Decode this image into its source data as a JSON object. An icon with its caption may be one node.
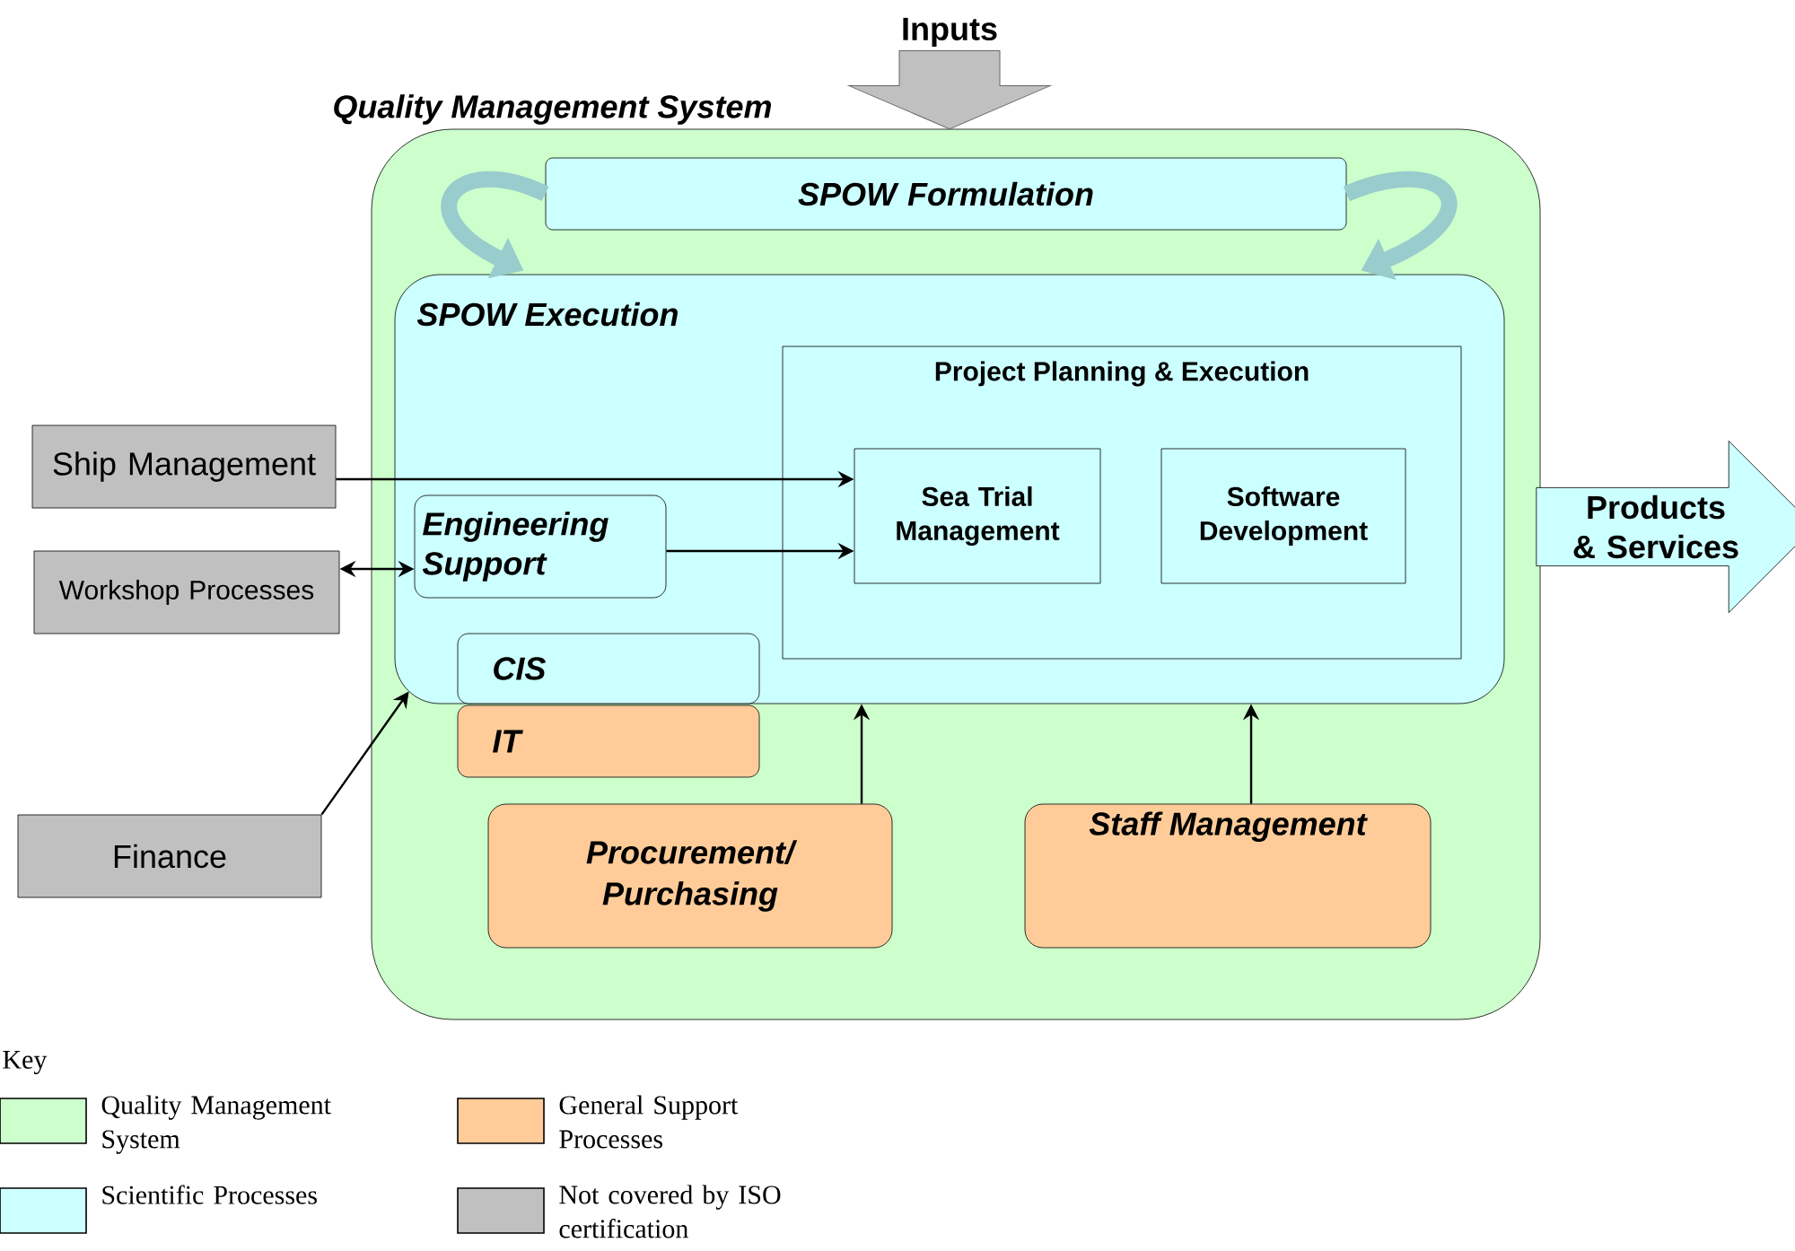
{
  "diagram": {
    "nodes": [
      {
        "text": [
          "Quality Management System"
        ]
      },
      {
        "text": [
          "SPOW Formulation"
        ],
        "in": 0
      },
      {
        "text": [
          "SPOW Execution"
        ],
        "in": 0
      },
      {
        "text": [
          "Project Planning & Execution"
        ],
        "in": 2
      },
      {
        "text": [
          "Sea Trial Management"
        ],
        "in": 3
      },
      {
        "text": [
          "Software Development"
        ],
        "in": 3
      },
      {
        "text": [
          "Engineering Support"
        ],
        "in": 2
      },
      {
        "text": [
          "CIS"
        ],
        "in": 2
      },
      {
        "text": [
          "IT"
        ],
        "in": 0
      },
      {
        "text": [
          "Procurement/ Purchasing"
        ],
        "in": 0
      },
      {
        "text": [
          "Staff Management"
        ],
        "in": 0
      },
      {
        "text": [
          "Ship Management"
        ]
      },
      {
        "text": [
          "Workshop Processes"
        ]
      },
      {
        "text": [
          "Finance"
        ]
      },
      {
        "text": [
          "Inputs"
        ]
      },
      {
        "text": [
          "Products & Services"
        ]
      }
    ],
    "edges": [
      {
        "from": 14,
        "to": 0,
        "arrow": "to",
        "style": "thick",
        "color": "#c0c0c0"
      },
      {
        "from": 1,
        "to": 2,
        "arrow": "to",
        "style": "thick",
        "color": "#99cccc"
      },
      {
        "from": 1,
        "to": 2,
        "arrow": "to",
        "style": "thick",
        "color": "#99cccc"
      },
      {
        "from": 11,
        "to": 4,
        "arrow": "to"
      },
      {
        "from": 12,
        "to": 6,
        "arrow": "both"
      },
      {
        "from": 6,
        "to": 4,
        "arrow": "to"
      },
      {
        "from": 13,
        "to": 2,
        "arrow": "to"
      },
      {
        "from": 9,
        "to": 2,
        "arrow": "to"
      },
      {
        "from": 10,
        "to": 2,
        "arrow": "to"
      }
    ],
    "labels": [
      "Key"
    ],
    "legend": [
      {
        "text": "Quality Management System",
        "color": "#ccffcc"
      },
      {
        "text": "General Support Processes",
        "color": "#ffcc99"
      },
      {
        "text": "Scientific Processes",
        "color": "#ccffff"
      },
      {
        "text": "Not covered by ISO certification",
        "color": "#c0c0c0"
      }
    ]
  }
}
